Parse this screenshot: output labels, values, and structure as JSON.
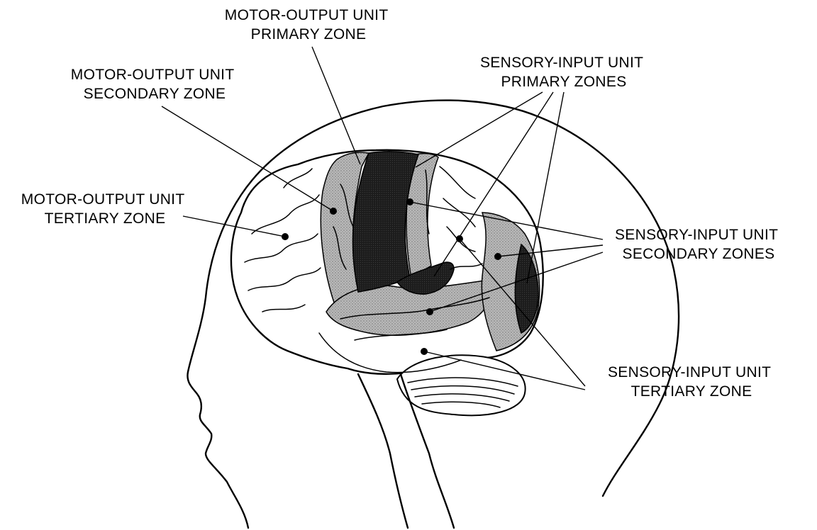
{
  "labels": {
    "motor_primary": {
      "line1": "MOTOR-OUTPUT UNIT",
      "line2": "PRIMARY ZONE"
    },
    "motor_secondary": {
      "line1": "MOTOR-OUTPUT UNIT",
      "line2": "SECONDARY ZONE"
    },
    "motor_tertiary": {
      "line1": "MOTOR-OUTPUT UNIT",
      "line2": "TERTIARY ZONE"
    },
    "sensory_primary": {
      "line1": "SENSORY-INPUT UNIT",
      "line2": "PRIMARY ZONES"
    },
    "sensory_secondary": {
      "line1": "SENSORY-INPUT UNIT",
      "line2": "SECONDARY ZONES"
    },
    "sensory_tertiary": {
      "line1": "SENSORY-INPUT UNIT",
      "line2": "TERTIARY ZONE"
    }
  },
  "colors": {
    "primary_zone": "#1c1c1c",
    "secondary_zone": "#b4b4b4",
    "tertiary_zone": "#ffffff",
    "line": "#000000"
  }
}
